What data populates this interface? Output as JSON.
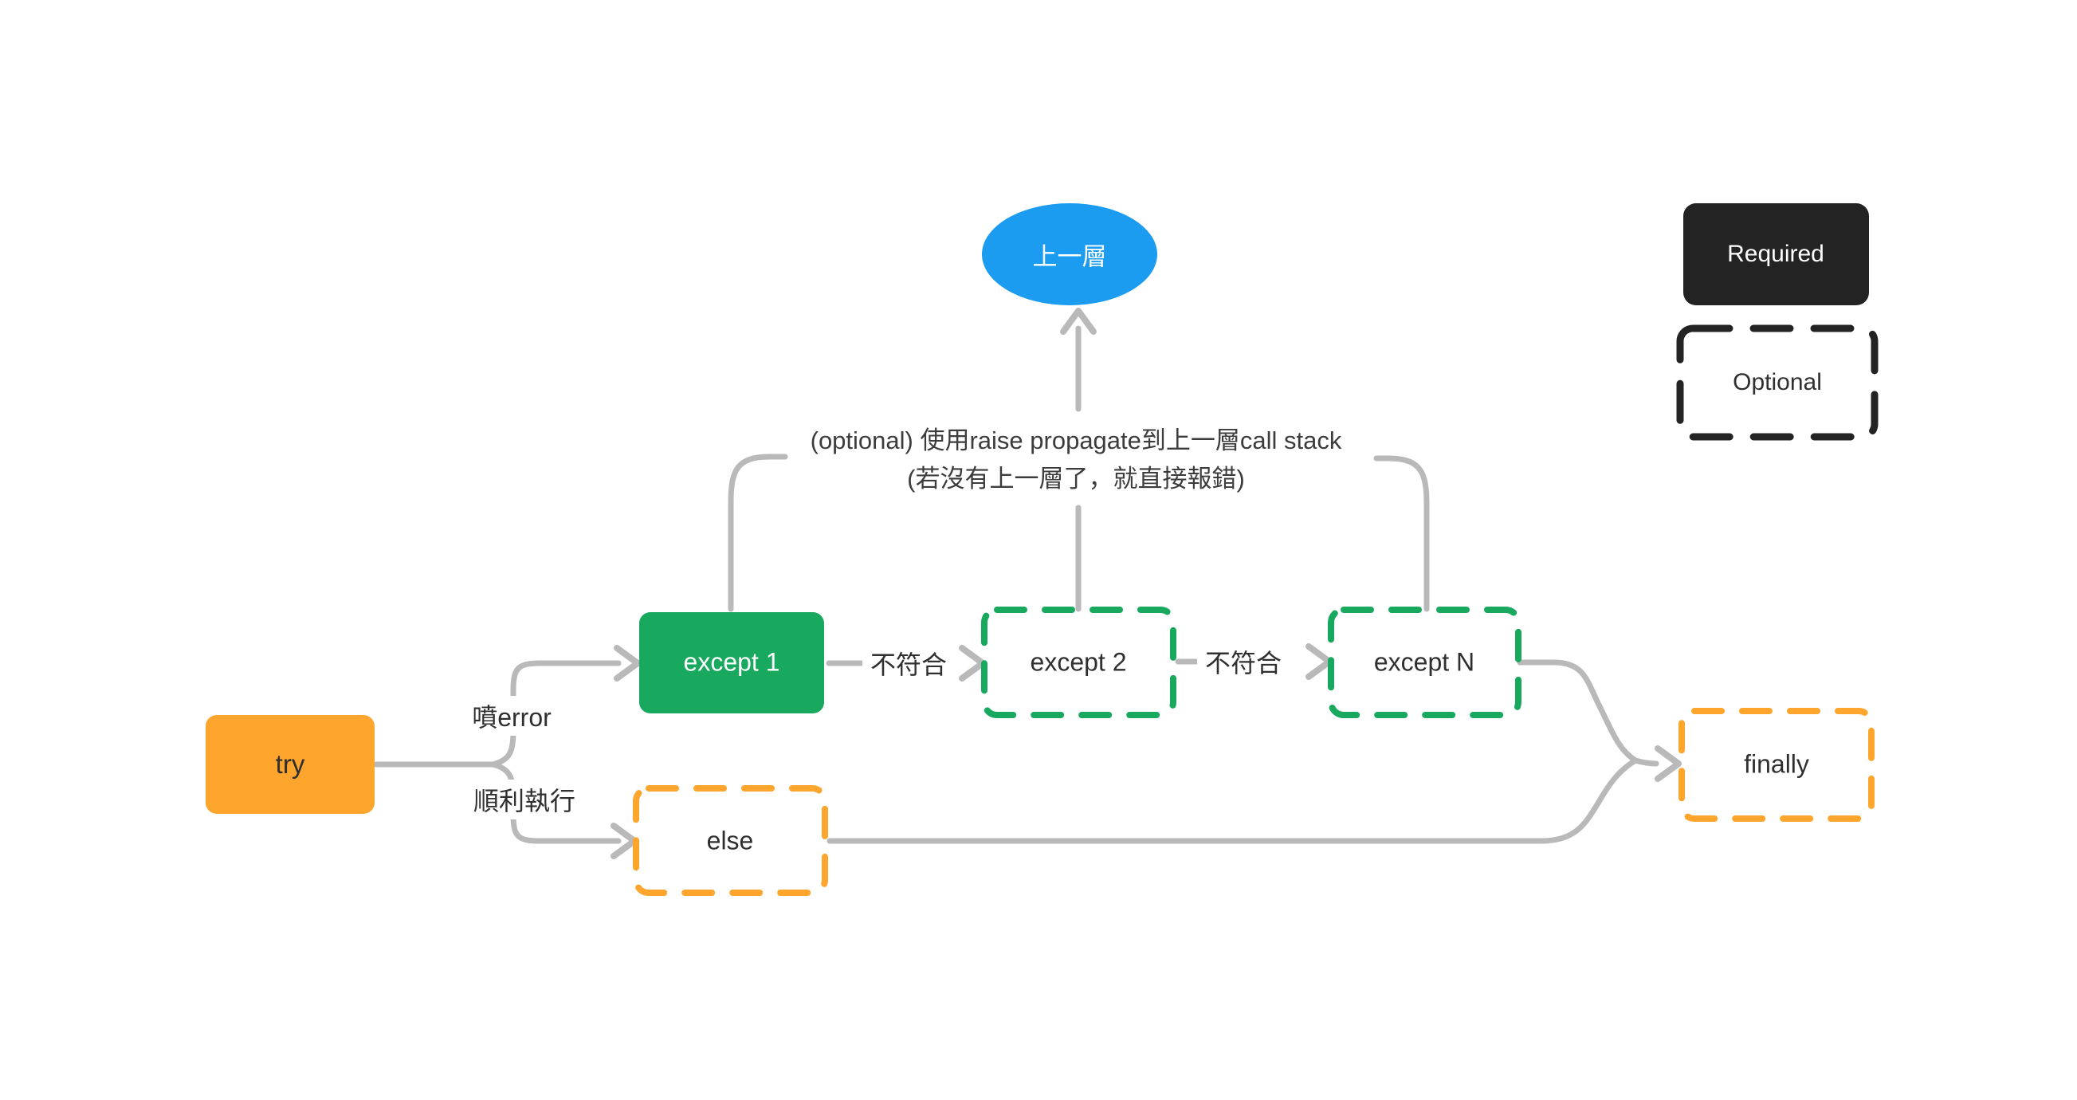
{
  "nodes": {
    "parent_layer": "上一層",
    "try_block": "try",
    "except_1": "except 1",
    "except_2": "except 2",
    "except_n": "except N",
    "else_block": "else",
    "finally_block": "finally"
  },
  "edge_labels": {
    "error": "噴error",
    "success": "順利執行",
    "no_match_1": "不符合",
    "no_match_2": "不符合"
  },
  "annotation": {
    "line1": "(optional) 使用raise propagate到上一層call stack",
    "line2": "(若沒有上一層了，就直接報錯)"
  },
  "legend": {
    "required": "Required",
    "optional": "Optional"
  },
  "colors": {
    "blue": "#1b9cf0",
    "green": "#18a85e",
    "orange": "#fda52d",
    "connector": "#b9b9b9",
    "ink": "#2f2f2f",
    "legend_black": "#232323",
    "background": "#ffffff"
  }
}
